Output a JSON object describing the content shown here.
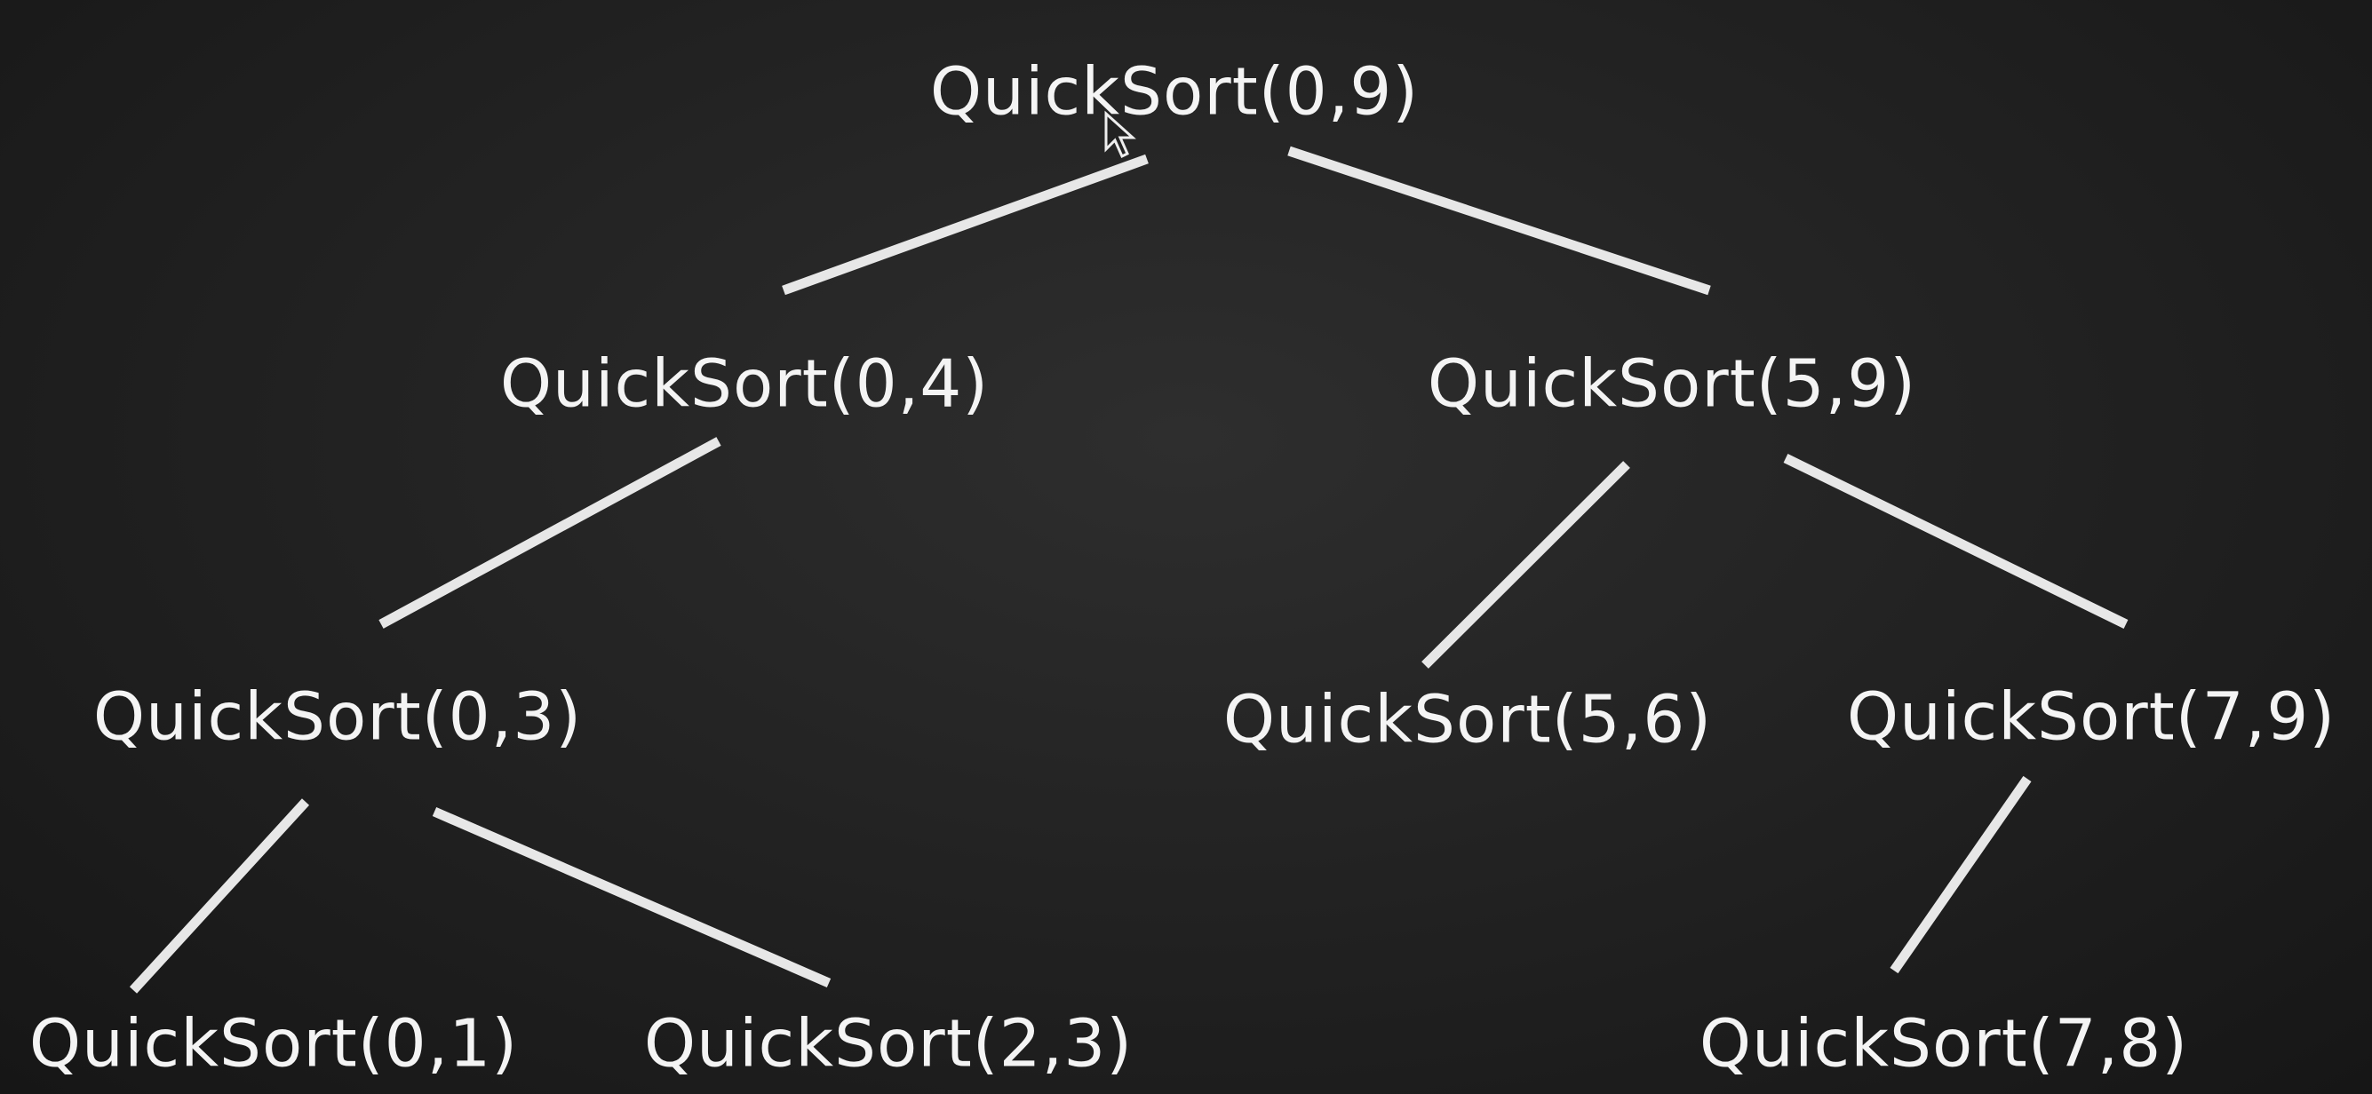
{
  "diagram": {
    "title": "QuickSort recursion tree",
    "nodes": [
      {
        "id": "n09",
        "label": "QuickSort(0,9)"
      },
      {
        "id": "n04",
        "label": "QuickSort(0,4)"
      },
      {
        "id": "n59",
        "label": "QuickSort(5,9)"
      },
      {
        "id": "n03",
        "label": "QuickSort(0,3)"
      },
      {
        "id": "n56",
        "label": "QuickSort(5,6)"
      },
      {
        "id": "n79",
        "label": "QuickSort(7,9)"
      },
      {
        "id": "n01",
        "label": "QuickSort(0,1)"
      },
      {
        "id": "n23",
        "label": "QuickSort(2,3)"
      },
      {
        "id": "n78",
        "label": "QuickSort(7,8)"
      }
    ],
    "edges": [
      [
        "n09",
        "n04"
      ],
      [
        "n09",
        "n59"
      ],
      [
        "n04",
        "n03"
      ],
      [
        "n59",
        "n56"
      ],
      [
        "n59",
        "n79"
      ],
      [
        "n03",
        "n01"
      ],
      [
        "n03",
        "n23"
      ],
      [
        "n79",
        "n78"
      ]
    ],
    "colors": {
      "board": "#232323",
      "chalk": "#f2f2f2"
    }
  }
}
